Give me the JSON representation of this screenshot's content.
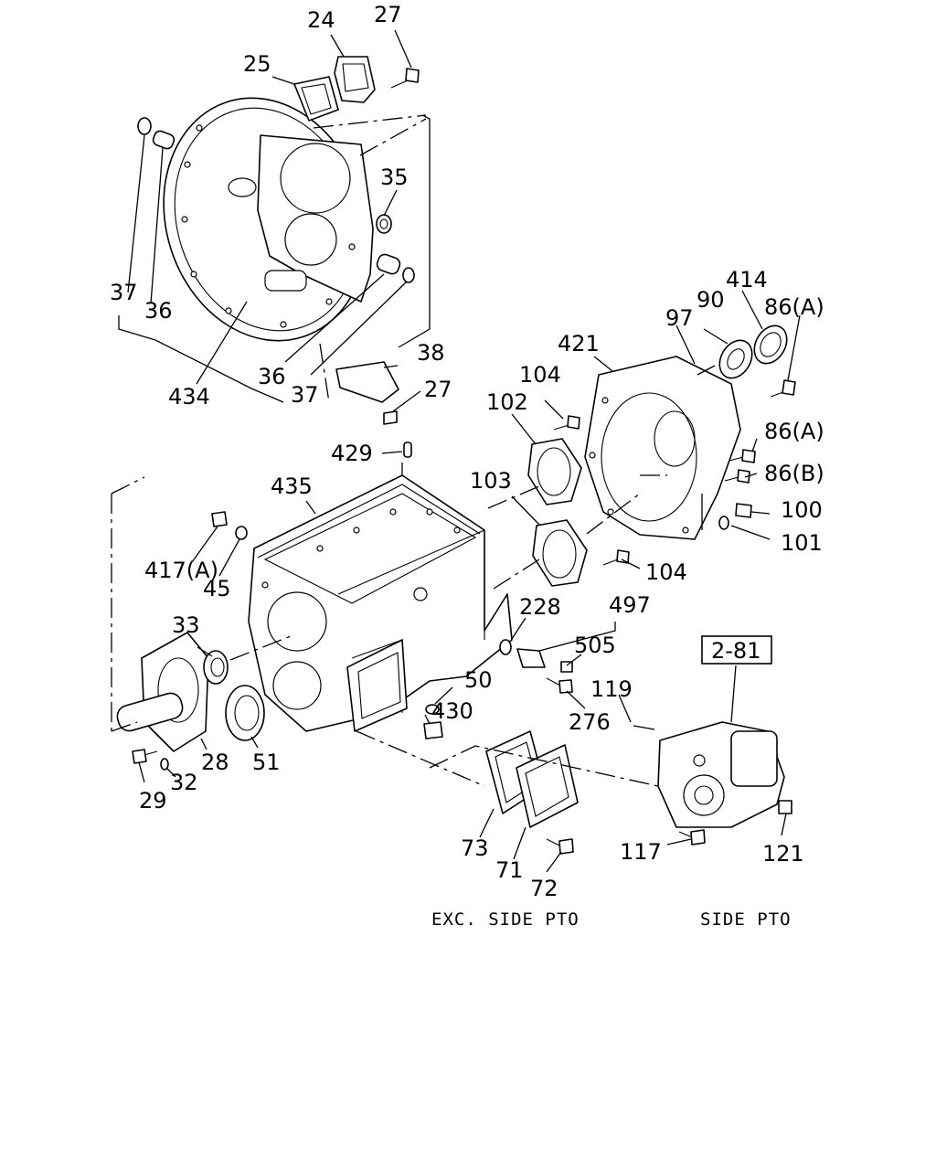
{
  "callouts": {
    "c24": "24",
    "c27a": "27",
    "c25": "25",
    "c35": "35",
    "c37a": "37",
    "c36a": "36",
    "c434": "434",
    "c36b": "36",
    "c37b": "37",
    "c38": "38",
    "c27b": "27",
    "c414": "414",
    "c90": "90",
    "c97": "97",
    "c86a": "86(A)",
    "c421": "421",
    "c104a": "104",
    "c102": "102",
    "c429": "429",
    "c86b": "86(A)",
    "c86c": "86(B)",
    "c435": "435",
    "c103": "103",
    "c100": "100",
    "c101": "101",
    "c417": "417(A)",
    "c45": "45",
    "c104b": "104",
    "c228": "228",
    "c497": "497",
    "c33": "33",
    "c505": "505",
    "c281": "2-81",
    "c50": "50",
    "c119": "119",
    "c430": "430",
    "c276": "276",
    "c29": "29",
    "c32": "32",
    "c28": "28",
    "c51": "51",
    "c73": "73",
    "c71": "71",
    "c72": "72",
    "c117": "117",
    "c121": "121"
  },
  "captions": {
    "exc_side_pto": "EXC. SIDE PTO",
    "side_pto": "SIDE PTO"
  },
  "colors": {
    "ink": "#000000",
    "paper": "#ffffff"
  }
}
